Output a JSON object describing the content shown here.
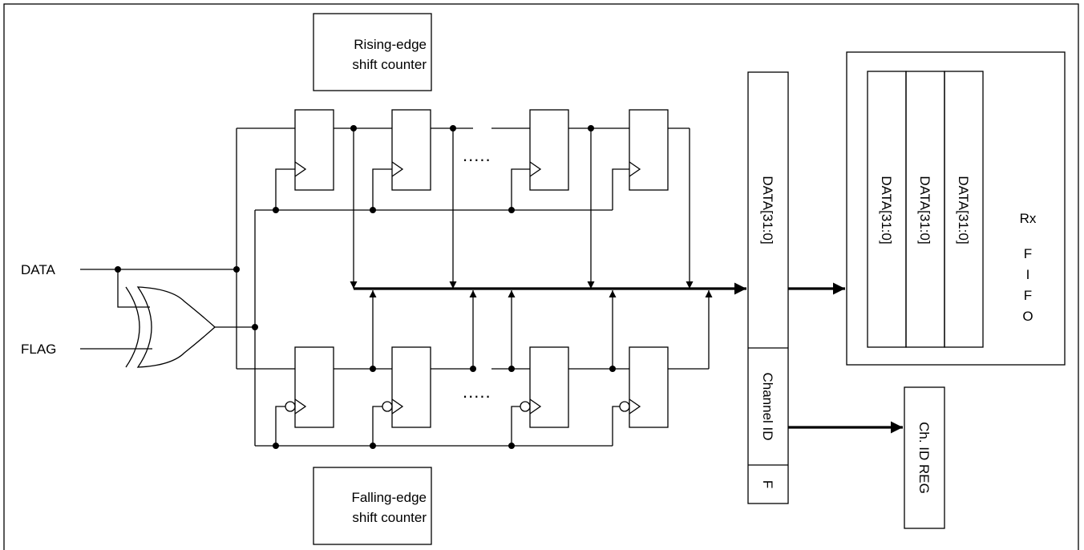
{
  "inputs": {
    "data": "DATA",
    "flag": "FLAG"
  },
  "counters": {
    "rising_line1": "Rising-edge",
    "rising_line2": "shift counter",
    "falling_line1": "Falling-edge",
    "falling_line2": "shift counter"
  },
  "dots": {
    "top": ".....",
    "bottom": "....."
  },
  "packet": {
    "data_field": "DATA[31:0]",
    "channel_field": "Channel ID",
    "flag_field": "F"
  },
  "fifo": {
    "entries": [
      "DATA[31:0]",
      "DATA[31:0]",
      "DATA[31:0]"
    ],
    "label_rx": "Rx",
    "label_f1": "F",
    "label_i": "I",
    "label_f2": "F",
    "label_o": "O"
  },
  "ch_id_reg": {
    "label": "Ch. ID REG"
  }
}
